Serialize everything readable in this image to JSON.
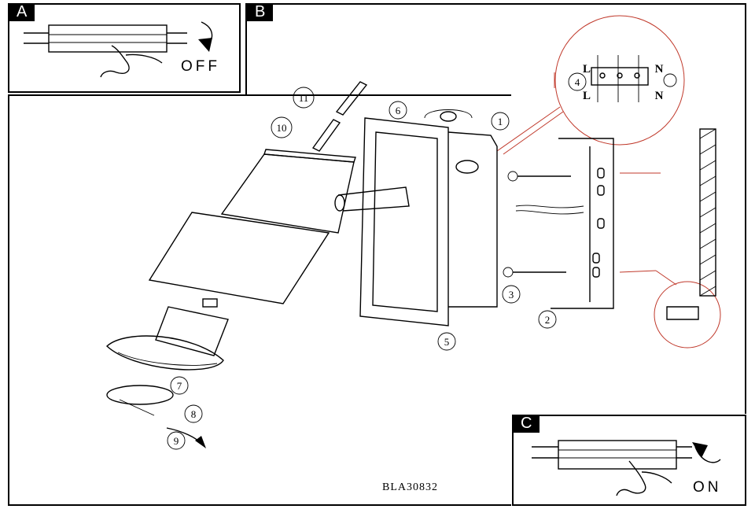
{
  "panels": {
    "a": {
      "tag": "A",
      "state": "OFF"
    },
    "b": {
      "tag": "B"
    },
    "c": {
      "tag": "C",
      "state": "ON"
    }
  },
  "callouts": [
    "1",
    "2",
    "3",
    "4",
    "5",
    "6",
    "7",
    "8",
    "9",
    "10",
    "11"
  ],
  "wiring": {
    "live": "L",
    "neutral": "N"
  },
  "model_code": "BLA30832",
  "colors": {
    "line": "#000000",
    "callout_red": "#c0392b"
  }
}
